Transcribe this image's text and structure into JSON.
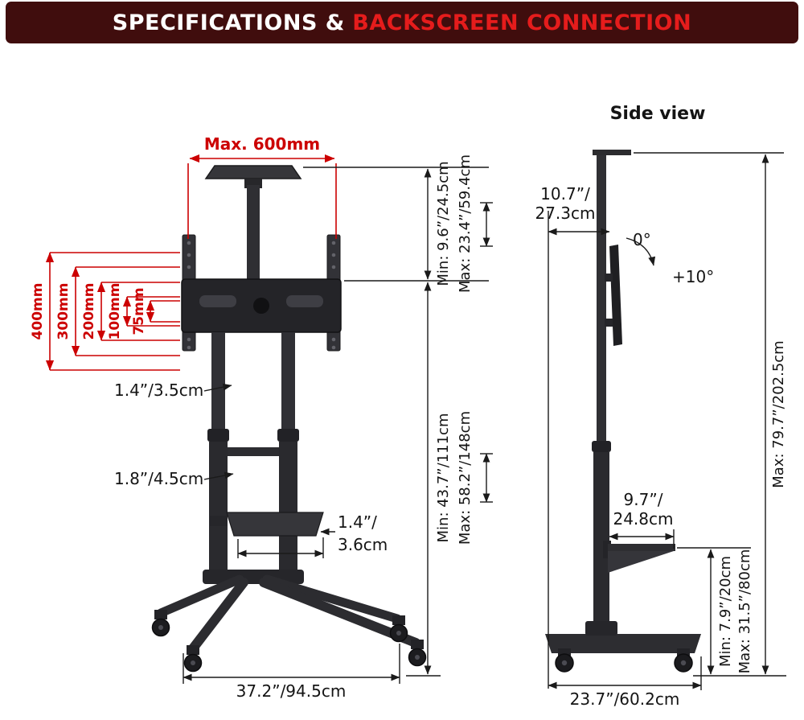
{
  "header": {
    "title_white": "SPECIFICATIONS &",
    "title_red": "BACKSCREEN CONNECTION"
  },
  "front_view": {
    "top_width": "Max. 600mm",
    "vesa": [
      "400mm",
      "300mm",
      "200mm",
      "100mm",
      "75mm"
    ],
    "upper_min": "Min: 9.6”/24.5cm",
    "upper_max": "Max: 23.4”/59.4cm",
    "pole_upper": "1.4”/3.5cm",
    "pole_lower": "1.8”/4.5cm",
    "shelf_t1": "1.4”/",
    "shelf_t2": "3.6cm",
    "height_min": "Min: 43.7”/111cm",
    "height_max": "Max: 58.2”/148cm",
    "base_width": "37.2”/94.5cm"
  },
  "side_view": {
    "title": "Side view",
    "depth_t1": "10.7”/",
    "depth_t2": "27.3cm",
    "tilt_zero": "0°",
    "tilt_plus": "+10°",
    "shelf_t1": "9.7”/",
    "shelf_t2": "24.8cm",
    "shelf_height_min": "Min: 7.9”/20cm",
    "shelf_height_max": "Max: 31.5”/80cm",
    "total_height": "Max: 79.7”/202.5cm",
    "base_depth": "23.7”/60.2cm"
  },
  "colors": {
    "header_bg": "#400d0d",
    "header_accent": "#e51c1c",
    "dimension_red": "#cc0001",
    "ink": "#1a1a1a",
    "stand_dark": "#2d2d31"
  }
}
